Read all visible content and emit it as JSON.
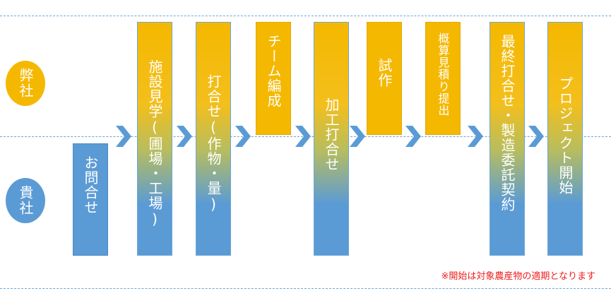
{
  "rows": {
    "ours_label": "弊社",
    "yours_label": "貴社"
  },
  "steps": [
    {
      "id": "inquiry",
      "label": "お問合せ"
    },
    {
      "id": "site-visit",
      "label": "施設見学(圃場・工場)"
    },
    {
      "id": "meeting-crops",
      "label": "打合せ(作物・量)"
    },
    {
      "id": "team-formation",
      "label": "チーム編成"
    },
    {
      "id": "processing-meeting",
      "label": "加工打合せ"
    },
    {
      "id": "trial",
      "label": "試作"
    },
    {
      "id": "estimate",
      "label": "概算見積り提出"
    },
    {
      "id": "final-contract",
      "label": "最終打合せ・製造委託契約"
    },
    {
      "id": "project-start",
      "label": "プロジェクト開始"
    }
  ],
  "colors": {
    "ours": "#f5b800",
    "yours": "#5b9bd5",
    "arrow": "#5b9bd5",
    "note": "#ee1c1c"
  },
  "footnote": "※開始は対象農産物の適期となります"
}
